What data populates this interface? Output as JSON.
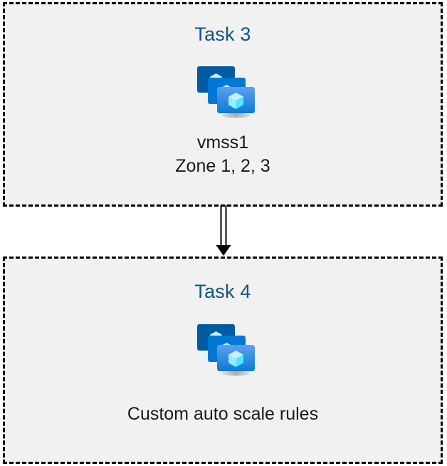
{
  "diagram": {
    "background_color": "#ffffff",
    "title_color": "#11557f",
    "body_text_color": "#1a1a1a",
    "box_fill_color": "#f1f1f1",
    "box_border_color": "#000000",
    "box_border_style": "dashed",
    "connector_style": "double-line-arrow",
    "connector_color": "#000000",
    "nodes": [
      {
        "title": "Task 3",
        "icon": "virtual-machine-scale-set-icon",
        "caption": "vmss1\nZone 1, 2, 3",
        "caption_lines": [
          "vmss1",
          "Zone 1, 2, 3"
        ]
      },
      {
        "title": "Task 4",
        "icon": "virtual-machine-scale-set-icon",
        "caption": "Custom auto scale rules",
        "caption_lines": [
          "Custom auto scale rules"
        ]
      }
    ],
    "edges": [
      {
        "from": "Task 3",
        "to": "Task 4",
        "direction": "down"
      }
    ]
  },
  "icon_palette": {
    "monitor_back": "#005BA1",
    "monitor_middle": "#0078D4",
    "monitor_front_top": "#5EA0EF",
    "monitor_front_bottom": "#0A7BD6",
    "cube_top": "#C3F1FF",
    "cube_left": "#9CEBFF",
    "cube_right": "#50E6FF",
    "stand": "#A6A6A6",
    "stand_base": "#C8C8C8"
  }
}
